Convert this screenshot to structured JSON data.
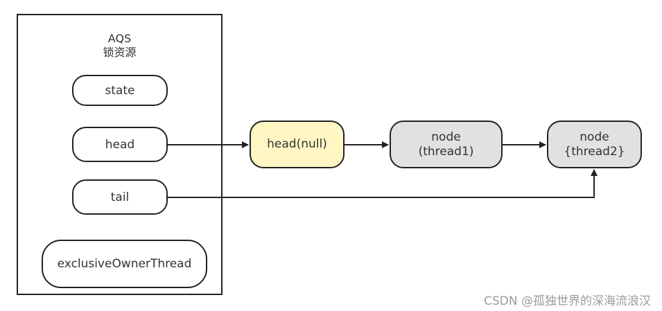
{
  "aqs": {
    "title": "AQS",
    "subtitle": "锁资源",
    "fields": {
      "state": "state",
      "head": "head",
      "tail": "tail",
      "owner": "exclusiveOwnerThread"
    }
  },
  "queue": {
    "head_node": "head(null)",
    "node1": {
      "line1": "node",
      "line2": "(thread1)"
    },
    "node2": {
      "line1": "node",
      "line2": "{thread2}"
    }
  },
  "colors": {
    "head_fill": "#fff6c4",
    "node_fill": "#e1e1e1",
    "stroke": "#222222"
  },
  "watermark": "CSDN @孤独世界的深海流浪汉"
}
